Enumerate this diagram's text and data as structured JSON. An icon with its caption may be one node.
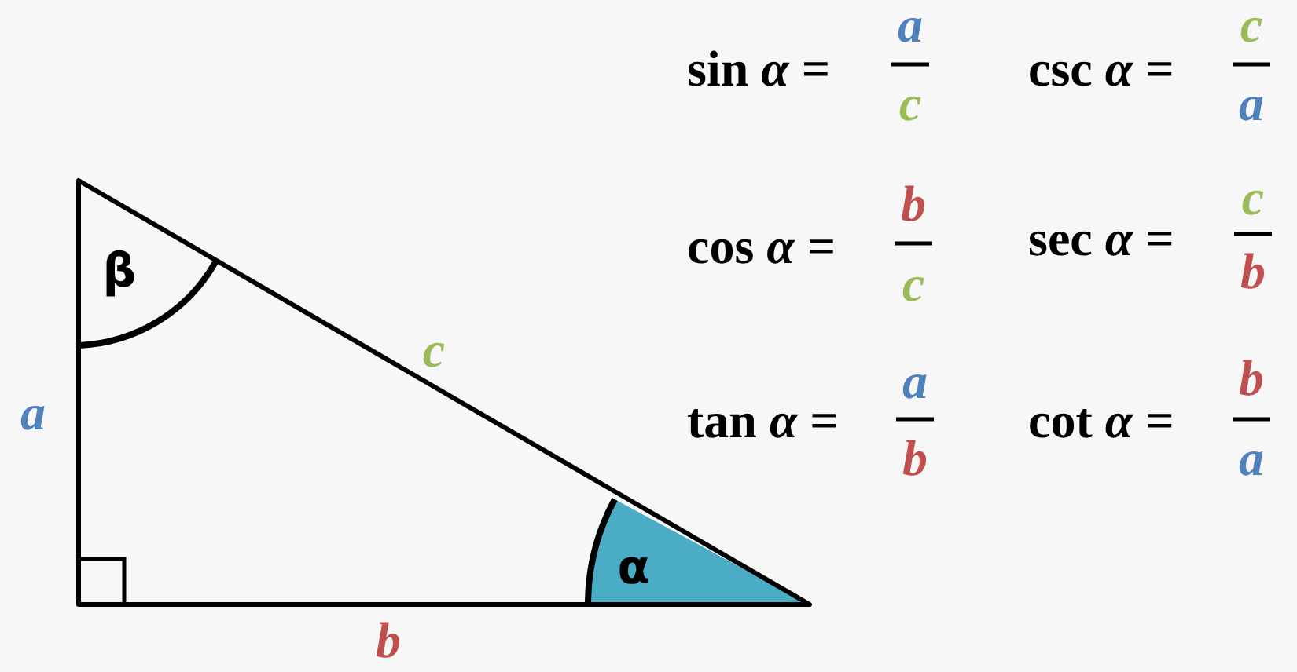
{
  "diagram": {
    "labels": [
      "sin *α* =",
      "a",
      "c",
      "csc *α* =",
      "c",
      "a",
      "β",
      "cos *α* =",
      "b",
      "c",
      "sec *α* =",
      "c",
      "b",
      "c",
      "a",
      "tan *α* =",
      "a",
      "b",
      "cot *α* =",
      "b",
      "a",
      "α",
      "b"
    ]
  }
}
